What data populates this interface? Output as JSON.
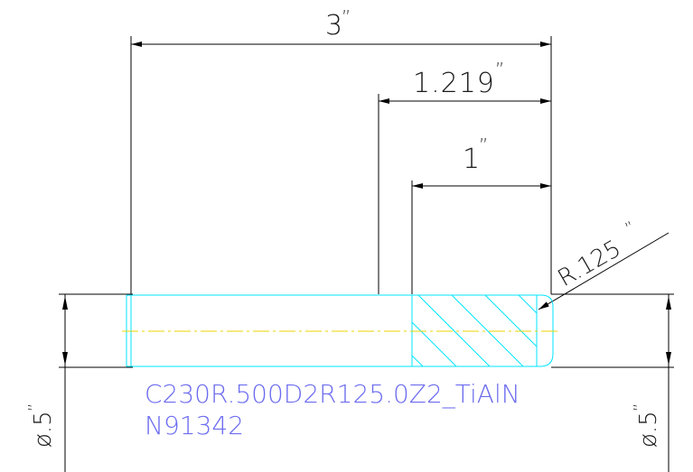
{
  "dimensions": {
    "overall_length": "3",
    "flute_length": "1.219",
    "cut_length": "1",
    "corner_radius": "R.125",
    "diameter_left": "ø.5",
    "diameter_right": "ø.5",
    "inch_mark": "”"
  },
  "tool": {
    "part_code": "C230R.500D2R125.0Z2_TiAlN",
    "part_number": "N91342"
  },
  "colors": {
    "line": "#000000",
    "tool_outline": "#00e5ff",
    "centerline": "#e8d400",
    "text": "#6c6cf0"
  }
}
